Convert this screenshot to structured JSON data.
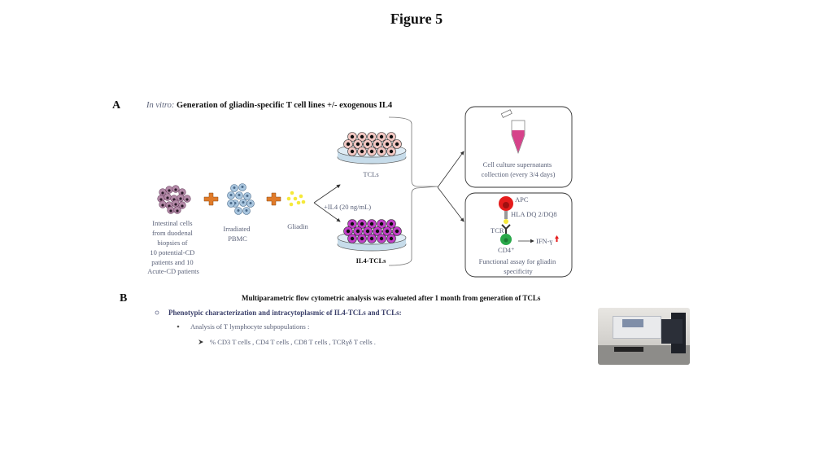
{
  "title": "Figure 5",
  "panel_a": {
    "letter": "A",
    "heading_italic": "In vitro:",
    "heading": "Generation of gliadin-specific T cell lines +/- exogenous IL4",
    "intestinal_label": [
      "Intestinal cells",
      "from duodenal",
      "biopsies of",
      "10 potential-CD",
      "patients and 10",
      "Acute-CD patients"
    ],
    "pbmc_label": [
      "Irradiated",
      "PBMC"
    ],
    "gliadin_label": "Gliadin",
    "il4_label": "+IL4 (20 ng/mL)",
    "tcls_label": "TCLs",
    "il4_tcls_label": "IL4-TCLs",
    "box1_label": [
      "Cell culture supernatants",
      "collection (every 3/4  days)"
    ],
    "box2": {
      "apc": "APC",
      "hla": "HLA DQ 2/DQ8",
      "tcr": "TCR",
      "cd4": "CD4⁺",
      "ifn": "IFN-γ",
      "label": [
        "Functional assay for gliadin",
        "specificity"
      ]
    },
    "colors": {
      "intestinal": "#b48aa8",
      "pbmc": "#a9c6df",
      "gliadin": "#f5e93a",
      "tcl": "#f2c7c2",
      "il4_tcl": "#c23fc8",
      "plus": "#e07b2a",
      "tube": "#d6428a"
    }
  },
  "panel_b": {
    "letter": "B",
    "heading": "Multiparametric flow cytometric analysis was evalueted after 1 month from generation of TCLs",
    "level1": "Phenotypic characterization  and intracytoplasmic of IL4-TCLs and TCLs:",
    "level2": "Analysis  of T lymphocyte  subpopulations  :",
    "level3": "% CD3 T cells , CD4 T cells , CD8 T cells , TCRγδ  T cells ."
  }
}
